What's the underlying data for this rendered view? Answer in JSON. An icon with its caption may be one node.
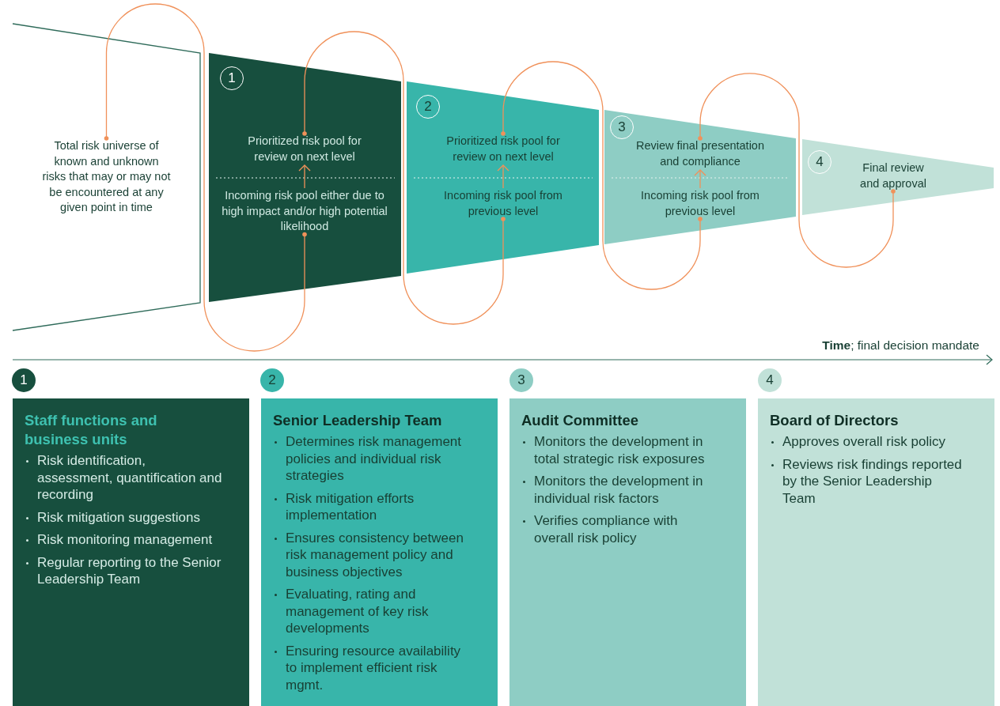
{
  "diagram": {
    "nodes": [
      {
        "text": [],
        "shape": "trapezoid"
      },
      {
        "text": [
          "Total risk universe of known and unknown risks that may or may not be encountered at any given point in time"
        ],
        "in": 0
      },
      {
        "text": [],
        "shape": "trapezoid"
      },
      {
        "text": [
          "1"
        ],
        "in": 2
      },
      {
        "text": [
          "Prioritized risk pool for review on next level"
        ],
        "in": 2
      },
      {
        "text": [
          "Incoming risk pool either due to high impact and/or high potential likelihood"
        ],
        "in": 2
      },
      {
        "text": [],
        "shape": "trapezoid"
      },
      {
        "text": [
          "2"
        ],
        "in": 6
      },
      {
        "text": [
          "Prioritized risk pool for review on next level"
        ],
        "in": 6
      },
      {
        "text": [
          "Incoming risk pool from previous level"
        ],
        "in": 6
      },
      {
        "text": [],
        "shape": "trapezoid"
      },
      {
        "text": [
          "3"
        ],
        "in": 10
      },
      {
        "text": [
          "Review final presentation and compliance"
        ],
        "in": 10
      },
      {
        "text": [
          "Incoming risk pool from previous level"
        ],
        "in": 10
      },
      {
        "text": [],
        "shape": "trapezoid"
      },
      {
        "text": [
          "4"
        ],
        "in": 14
      },
      {
        "text": [
          "Final review and approval"
        ],
        "in": 14
      },
      {
        "text": [
          "1"
        ]
      },
      {
        "text": [
          "Staff functions and business units",
          "Risk identification, assessment, quantification and recording",
          "Risk mitigation suggestions",
          "Risk monitoring management",
          "Regular reporting to the Senior Leadership Team"
        ]
      },
      {
        "text": [
          "2"
        ]
      },
      {
        "text": [
          "Senior Leadership Team",
          "Determines risk management policies and individual risk strategies",
          "Risk mitigation efforts implementation",
          "Ensures consistency between risk management policy and business objectives",
          "Evaluating, rating and management of key risk developments",
          "Ensuring resource availability to implement efficient risk mgmt."
        ]
      },
      {
        "text": [
          "3"
        ]
      },
      {
        "text": [
          "Audit Committee",
          "Monitors the development in total strategic risk exposures",
          "Monitors the development in individual risk factors",
          "Verifies compliance with overall risk policy"
        ]
      },
      {
        "text": [
          "4"
        ]
      },
      {
        "text": [
          "Board of Directors",
          "Approves overall risk policy",
          "Reviews risk findings reported by the Senior Leadership Team"
        ]
      }
    ],
    "edges": [
      {
        "from": 1,
        "to": 5,
        "arrow": "other"
      },
      {
        "from": 5,
        "to": 4,
        "arrow": "to"
      },
      {
        "from": 4,
        "to": 9,
        "arrow": "other"
      },
      {
        "from": 9,
        "to": 8,
        "arrow": "to"
      },
      {
        "from": 8,
        "to": 13,
        "arrow": "other"
      },
      {
        "from": 13,
        "to": 12,
        "arrow": "to"
      },
      {
        "from": 12,
        "to": 16,
        "arrow": "other"
      }
    ],
    "labels": [
      "**Time**; final decision mandate"
    ]
  }
}
